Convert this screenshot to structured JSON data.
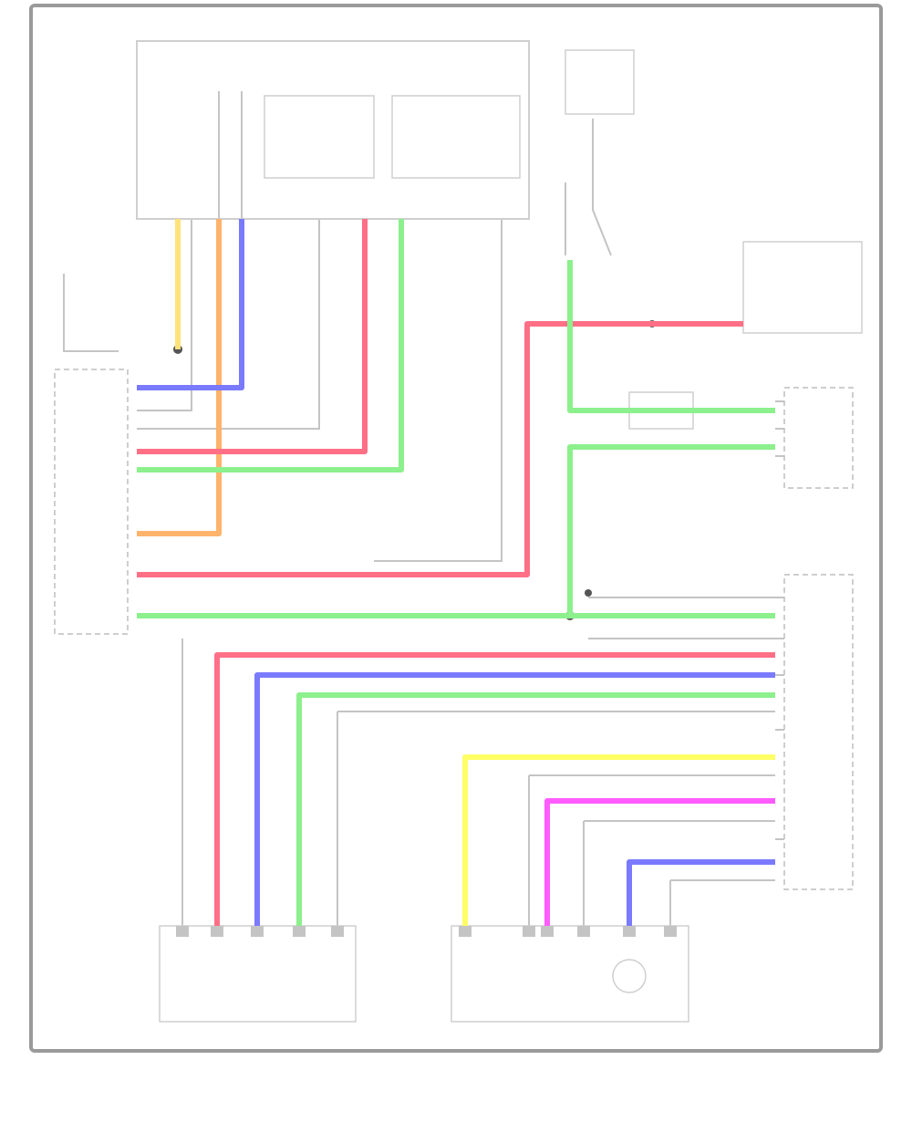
{
  "colors": {
    "frame": "#9a9a9a",
    "component_outline": "#cfcfcf",
    "dashed_outline": "#bdbdbd",
    "plain_wire": "#c4c4c4",
    "label": "#555555",
    "wire_yellow": "#ffe27a",
    "wire_orange": "#ffb36b",
    "wire_blue": "#7a7aff",
    "wire_red": "#ff6f86",
    "wire_green": "#8cf08c",
    "wire_yellow_bright": "#ffff66",
    "wire_magenta": "#ff5cff"
  },
  "components": [
    {
      "id": "electronic-control-module",
      "shape": "solid"
    },
    {
      "id": "ignition-relay-block",
      "shape": "dashed"
    },
    {
      "id": "ground-connector-block",
      "shape": "dashed"
    },
    {
      "id": "steering-switch-block",
      "shape": "solid"
    },
    {
      "id": "interface-module-upper",
      "shape": "dashed"
    },
    {
      "id": "control-module-connector",
      "shape": "dashed"
    },
    {
      "id": "pedal-sensor-block",
      "shape": "solid"
    },
    {
      "id": "throttle-actuator-block",
      "shape": "solid"
    }
  ],
  "wires": [
    {
      "id": "wire-yellow-ground",
      "color": "wire_yellow"
    },
    {
      "id": "wire-orange-module",
      "color": "wire_orange"
    },
    {
      "id": "wire-blue-module",
      "color": "wire_blue"
    },
    {
      "id": "wire-red-module",
      "color": "wire_red"
    },
    {
      "id": "wire-green-module",
      "color": "wire_green"
    },
    {
      "id": "wire-red-steering",
      "color": "wire_red"
    },
    {
      "id": "wire-green-relay",
      "color": "wire_green"
    },
    {
      "id": "wire-green-interface",
      "color": "wire_green"
    },
    {
      "id": "wire-green-bus",
      "color": "wire_green"
    },
    {
      "id": "wire-red-pedal",
      "color": "wire_red"
    },
    {
      "id": "wire-blue-pedal",
      "color": "wire_blue"
    },
    {
      "id": "wire-green-pedal",
      "color": "wire_green"
    },
    {
      "id": "wire-yellow-throttle",
      "color": "wire_yellow_bright"
    },
    {
      "id": "wire-magenta-throttle",
      "color": "wire_magenta"
    },
    {
      "id": "wire-blue-throttle",
      "color": "wire_blue"
    }
  ]
}
